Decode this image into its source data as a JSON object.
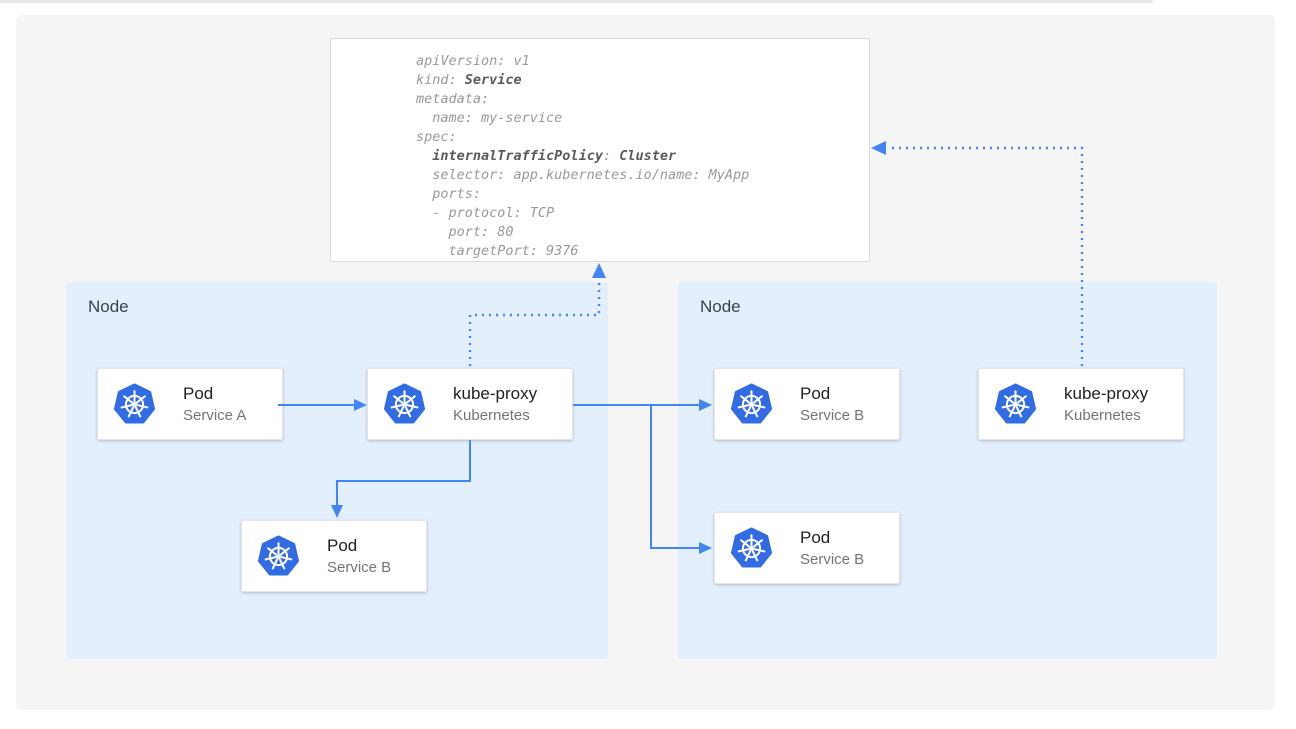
{
  "diagram": {
    "yaml_card": {
      "lines": [
        [
          {
            "t": "apiVersion: v1",
            "b": false
          }
        ],
        [
          {
            "t": "kind: ",
            "b": false
          },
          {
            "t": "Service",
            "b": true
          }
        ],
        [
          {
            "t": "metadata:",
            "b": false
          }
        ],
        [
          {
            "t": "  name: my-service",
            "b": false
          }
        ],
        [
          {
            "t": "spec:",
            "b": false
          }
        ],
        [
          {
            "t": "  ",
            "b": false
          },
          {
            "t": "internalTrafficPolicy",
            "b": true
          },
          {
            "t": ": ",
            "b": false
          },
          {
            "t": "Cluster",
            "b": true
          }
        ],
        [
          {
            "t": "  selector: app.kubernetes.io/name: MyApp",
            "b": false
          }
        ],
        [
          {
            "t": "  ports:",
            "b": false
          }
        ],
        [
          {
            "t": "  - protocol: TCP",
            "b": false
          }
        ],
        [
          {
            "t": "    port: 80",
            "b": false
          }
        ],
        [
          {
            "t": "    targetPort: 9376",
            "b": false
          }
        ]
      ]
    },
    "nodes": [
      {
        "label": "Node",
        "cards": [
          {
            "icon": "kubernetes-icon",
            "title": "Pod",
            "subtitle": "Service A"
          },
          {
            "icon": "kubernetes-icon",
            "title": "kube-proxy",
            "subtitle": "Kubernetes"
          },
          {
            "icon": "kubernetes-icon",
            "title": "Pod",
            "subtitle": "Service B"
          }
        ]
      },
      {
        "label": "Node",
        "cards": [
          {
            "icon": "kubernetes-icon",
            "title": "Pod",
            "subtitle": "Service B"
          },
          {
            "icon": "kubernetes-icon",
            "title": "kube-proxy",
            "subtitle": "Kubernetes"
          },
          {
            "icon": "kubernetes-icon",
            "title": "Pod",
            "subtitle": "Service B"
          }
        ]
      }
    ],
    "colors": {
      "arrow_blue": "#4285f4",
      "kubernetes_blue": "#326ce5",
      "node_background": "#e3effc",
      "panel_background": "#f5f5f6",
      "code_regular": "#97999c",
      "code_bold": "#57595c"
    }
  }
}
